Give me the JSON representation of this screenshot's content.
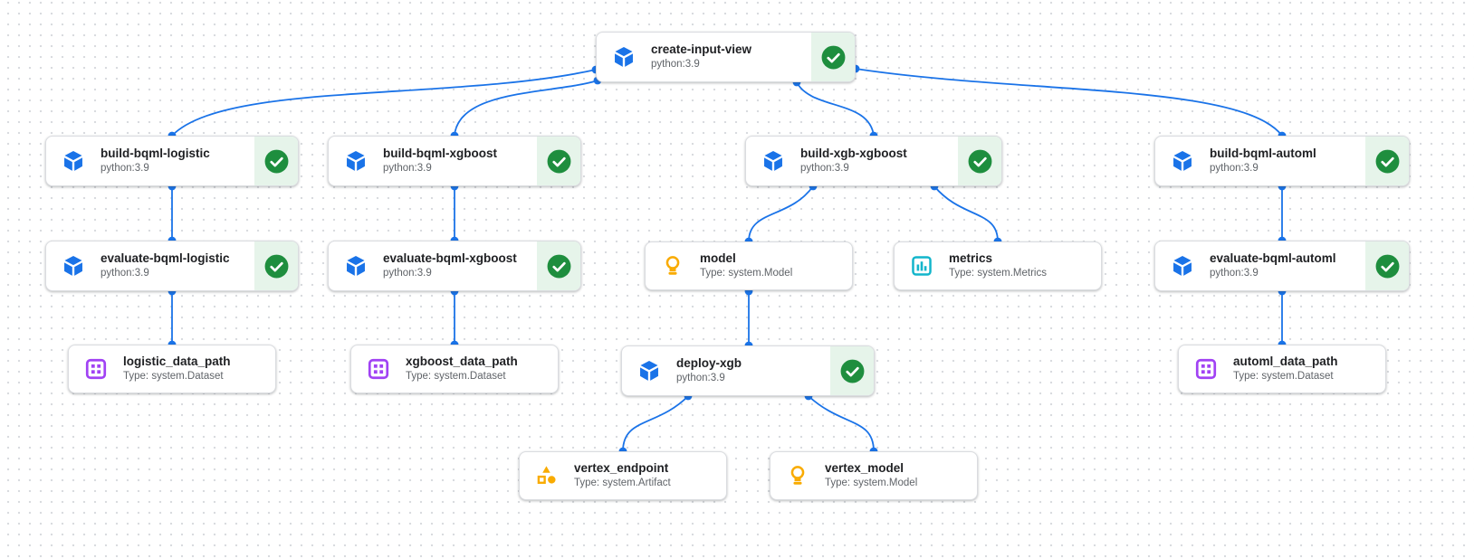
{
  "diagram": {
    "kind": "pipeline-dag",
    "colors": {
      "edge": "#1a73e8",
      "component_icon": "#1a73e8",
      "model_icon": "#f9ab00",
      "metrics_icon": "#12b5cb",
      "dataset_icon": "#a142f4",
      "artifact_icon": "#f9ab00",
      "succeeded_panel_bg": "#e6f4ea",
      "succeeded_check": "#1e8e3e",
      "card_border": "#dadce0",
      "background_dots": "#d9dbdf"
    }
  },
  "nodes": [
    {
      "id": "create-input-view",
      "kind": "task",
      "icon": "component-cube-icon",
      "title": "create-input-view",
      "subtitle": "python:3.9",
      "status": "succeeded"
    },
    {
      "id": "build-bqml-logistic",
      "kind": "task",
      "icon": "component-cube-icon",
      "title": "build-bqml-logistic",
      "subtitle": "python:3.9",
      "status": "succeeded"
    },
    {
      "id": "build-bqml-xgboost",
      "kind": "task",
      "icon": "component-cube-icon",
      "title": "build-bqml-xgboost",
      "subtitle": "python:3.9",
      "status": "succeeded"
    },
    {
      "id": "build-xgb-xgboost",
      "kind": "task",
      "icon": "component-cube-icon",
      "title": "build-xgb-xgboost",
      "subtitle": "python:3.9",
      "status": "succeeded"
    },
    {
      "id": "build-bqml-automl",
      "kind": "task",
      "icon": "component-cube-icon",
      "title": "build-bqml-automl",
      "subtitle": "python:3.9",
      "status": "succeeded"
    },
    {
      "id": "evaluate-bqml-logistic",
      "kind": "task",
      "icon": "component-cube-icon",
      "title": "evaluate-bqml-logistic",
      "subtitle": "python:3.9",
      "status": "succeeded"
    },
    {
      "id": "evaluate-bqml-xgboost",
      "kind": "task",
      "icon": "component-cube-icon",
      "title": "evaluate-bqml-xgboost",
      "subtitle": "python:3.9",
      "status": "succeeded"
    },
    {
      "id": "model",
      "kind": "artifact",
      "icon": "model-lightbulb-icon",
      "title": "model",
      "subtitle": "Type: system.Model"
    },
    {
      "id": "metrics",
      "kind": "artifact",
      "icon": "metrics-barchart-icon",
      "title": "metrics",
      "subtitle": "Type: system.Metrics"
    },
    {
      "id": "evaluate-bqml-automl",
      "kind": "task",
      "icon": "component-cube-icon",
      "title": "evaluate-bqml-automl",
      "subtitle": "python:3.9",
      "status": "succeeded"
    },
    {
      "id": "logistic_data_path",
      "kind": "artifact",
      "icon": "dataset-grid-icon",
      "title": "logistic_data_path",
      "subtitle": "Type: system.Dataset"
    },
    {
      "id": "xgboost_data_path",
      "kind": "artifact",
      "icon": "dataset-grid-icon",
      "title": "xgboost_data_path",
      "subtitle": "Type: system.Dataset"
    },
    {
      "id": "deploy-xgb",
      "kind": "task",
      "icon": "component-cube-icon",
      "title": "deploy-xgb",
      "subtitle": "python:3.9",
      "status": "succeeded"
    },
    {
      "id": "automl_data_path",
      "kind": "artifact",
      "icon": "dataset-grid-icon",
      "title": "automl_data_path",
      "subtitle": "Type: system.Dataset"
    },
    {
      "id": "vertex_endpoint",
      "kind": "artifact",
      "icon": "artifact-shapes-icon",
      "title": "vertex_endpoint",
      "subtitle": "Type: system.Artifact"
    },
    {
      "id": "vertex_model",
      "kind": "artifact",
      "icon": "model-lightbulb-icon",
      "title": "vertex_model",
      "subtitle": "Type: system.Model"
    }
  ],
  "edges": [
    {
      "from": "create-input-view",
      "to": "build-bqml-logistic"
    },
    {
      "from": "create-input-view",
      "to": "build-bqml-xgboost"
    },
    {
      "from": "create-input-view",
      "to": "build-xgb-xgboost"
    },
    {
      "from": "create-input-view",
      "to": "build-bqml-automl"
    },
    {
      "from": "build-bqml-logistic",
      "to": "evaluate-bqml-logistic"
    },
    {
      "from": "evaluate-bqml-logistic",
      "to": "logistic_data_path"
    },
    {
      "from": "build-bqml-xgboost",
      "to": "evaluate-bqml-xgboost"
    },
    {
      "from": "evaluate-bqml-xgboost",
      "to": "xgboost_data_path"
    },
    {
      "from": "build-bqml-automl",
      "to": "evaluate-bqml-automl"
    },
    {
      "from": "evaluate-bqml-automl",
      "to": "automl_data_path"
    },
    {
      "from": "build-xgb-xgboost",
      "to": "model"
    },
    {
      "from": "build-xgb-xgboost",
      "to": "metrics"
    },
    {
      "from": "model",
      "to": "deploy-xgb"
    },
    {
      "from": "deploy-xgb",
      "to": "vertex_endpoint"
    },
    {
      "from": "deploy-xgb",
      "to": "vertex_model"
    }
  ]
}
